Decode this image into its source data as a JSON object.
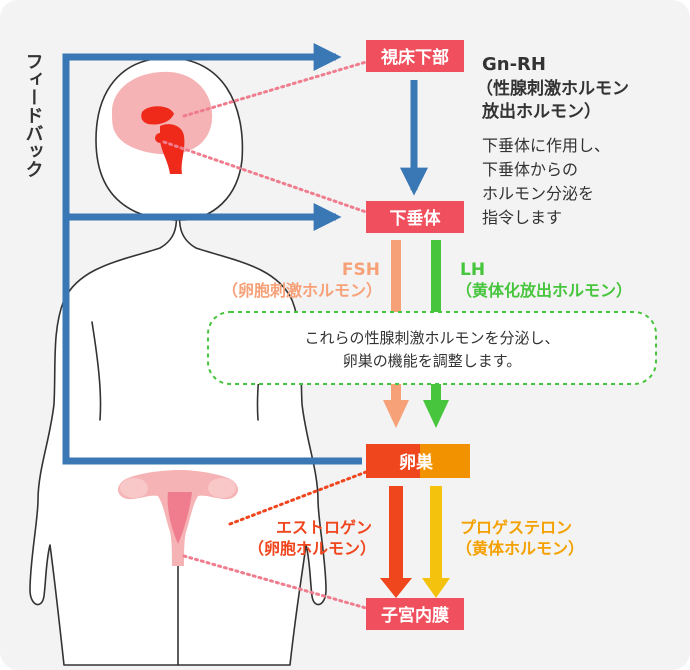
{
  "labels": {
    "feedback": "フィードバック",
    "hypothalamus": "視床下部",
    "pituitary": "下垂体",
    "ovary": "卵巣",
    "endometrium": "子宮内膜"
  },
  "gnrh": {
    "title": "Gn-RH",
    "subtitle_line1": "（性腺刺激ホルモン",
    "subtitle_line2": "放出ホルモン）",
    "desc_line1": "下垂体に作用し、",
    "desc_line2": "下垂体からの",
    "desc_line3": "ホルモン分泌を",
    "desc_line4": "指令します"
  },
  "fsh": {
    "title": "FSH",
    "subtitle": "（卵胞刺激ホルモン）"
  },
  "lh": {
    "title": "LH",
    "subtitle": "（黄体化放出ホルモン）"
  },
  "note": {
    "line1": "これらの性腺刺激ホルモンを分泌し、",
    "line2": "卵巣の機能を調整します。"
  },
  "estrogen": {
    "title": "エストロゲン",
    "subtitle": "（卵胞ホルモン）"
  },
  "progesterone": {
    "title": "プロゲステロン",
    "subtitle": "（黄体ホルモン）"
  },
  "colors": {
    "box_red": "#f0505d",
    "feedback_blue": "#3a77b5",
    "fsh_orange": "#f7a178",
    "lh_green": "#47c53c",
    "estrogen_red": "#f0461e",
    "progesterone_yellow": "#f4c20d",
    "ovary_orange": "#f29200",
    "organ_pink": "#f5b3b5",
    "dotted_pink": "#ef7d8e"
  }
}
